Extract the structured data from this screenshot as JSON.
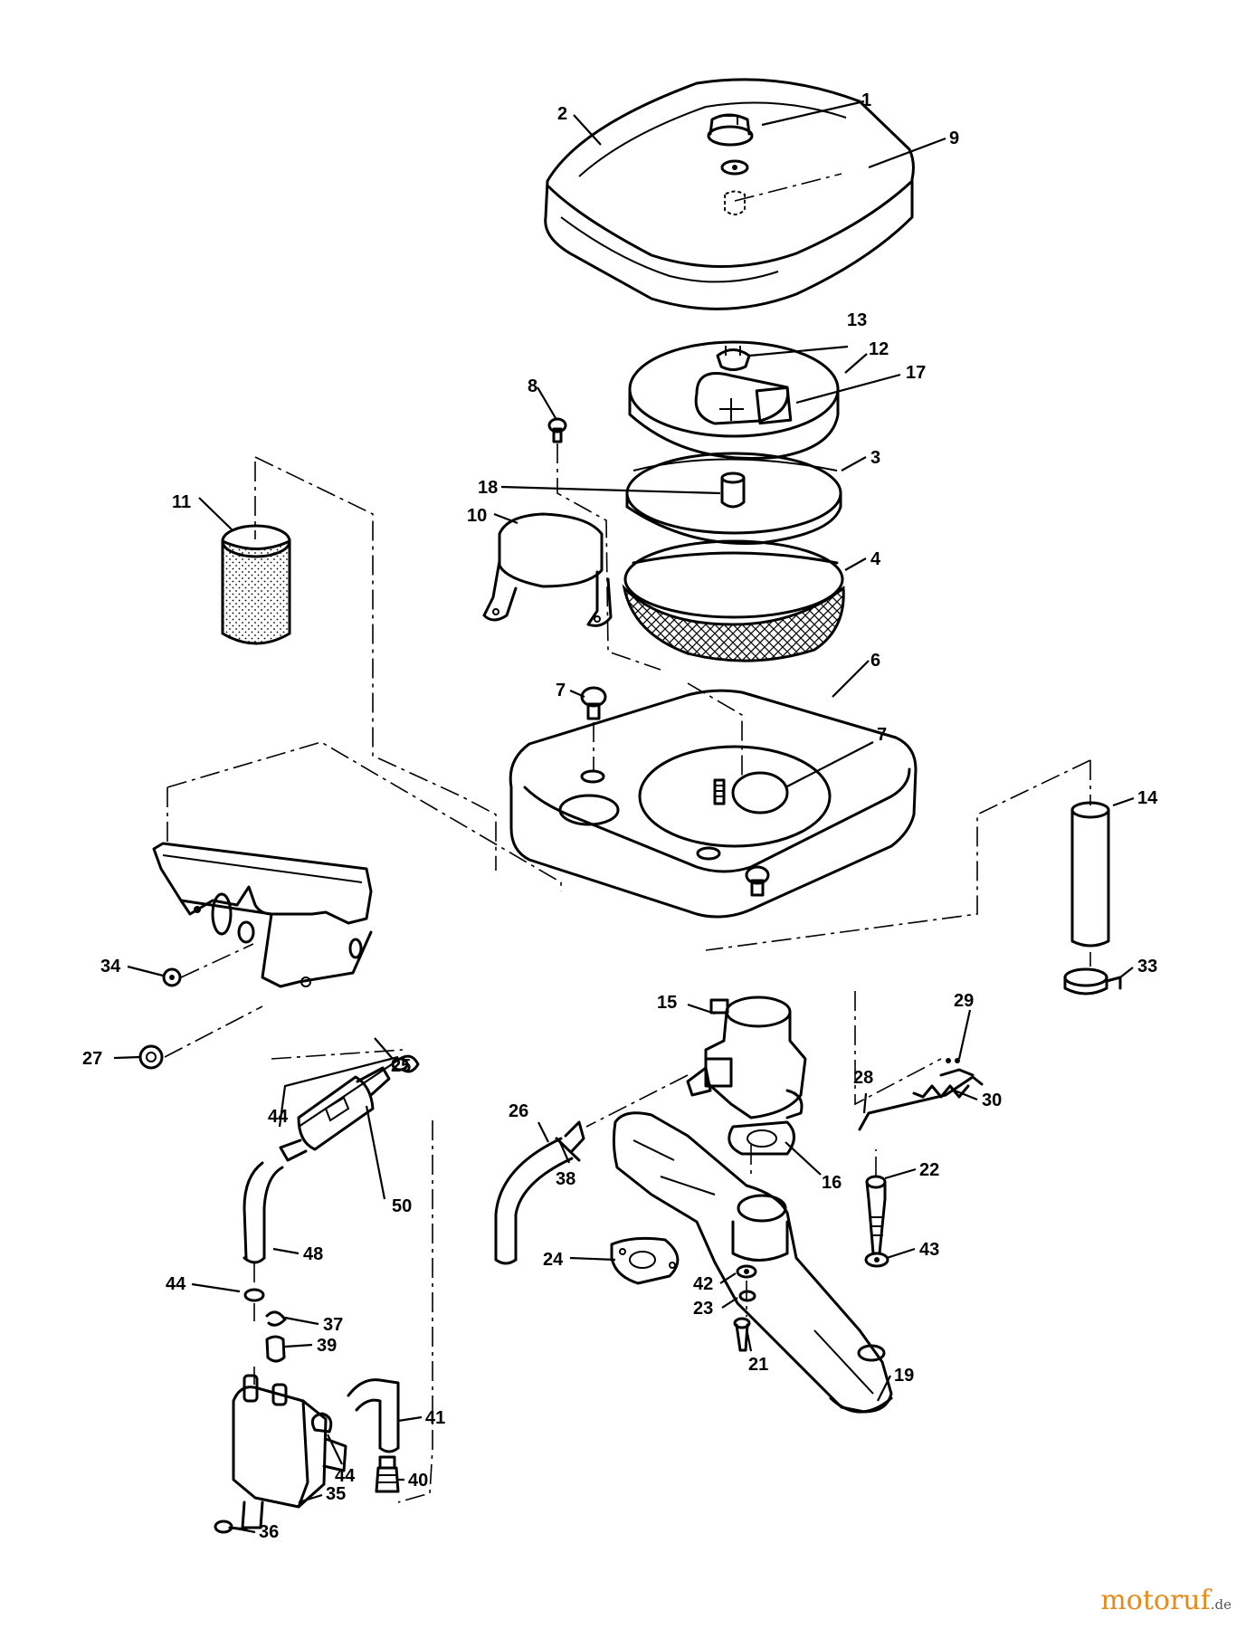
{
  "diagram": {
    "parts": [
      {
        "key": "p1",
        "label": "1"
      },
      {
        "key": "p2",
        "label": "2"
      },
      {
        "key": "p9",
        "label": "9"
      },
      {
        "key": "p13",
        "label": "13"
      },
      {
        "key": "p12",
        "label": "12"
      },
      {
        "key": "p17",
        "label": "17"
      },
      {
        "key": "p8",
        "label": "8"
      },
      {
        "key": "p3",
        "label": "3"
      },
      {
        "key": "p18",
        "label": "18"
      },
      {
        "key": "p11",
        "label": "11"
      },
      {
        "key": "p10",
        "label": "10"
      },
      {
        "key": "p4",
        "label": "4"
      },
      {
        "key": "p6",
        "label": "6"
      },
      {
        "key": "p7a",
        "label": "7"
      },
      {
        "key": "p7b",
        "label": "7"
      },
      {
        "key": "p14",
        "label": "14"
      },
      {
        "key": "p34",
        "label": "34"
      },
      {
        "key": "p33",
        "label": "33"
      },
      {
        "key": "p25",
        "label": "25"
      },
      {
        "key": "p27",
        "label": "27"
      },
      {
        "key": "p15",
        "label": "15"
      },
      {
        "key": "p29",
        "label": "29"
      },
      {
        "key": "p28",
        "label": "28"
      },
      {
        "key": "p30",
        "label": "30"
      },
      {
        "key": "p44a",
        "label": "44"
      },
      {
        "key": "p26",
        "label": "26"
      },
      {
        "key": "p22",
        "label": "22"
      },
      {
        "key": "p50",
        "label": "50"
      },
      {
        "key": "p38",
        "label": "38"
      },
      {
        "key": "p16",
        "label": "16"
      },
      {
        "key": "p48",
        "label": "48"
      },
      {
        "key": "p43",
        "label": "43"
      },
      {
        "key": "p24",
        "label": "24"
      },
      {
        "key": "p44b",
        "label": "44"
      },
      {
        "key": "p42",
        "label": "42"
      },
      {
        "key": "p23",
        "label": "23"
      },
      {
        "key": "p37",
        "label": "37"
      },
      {
        "key": "p39",
        "label": "39"
      },
      {
        "key": "p21",
        "label": "21"
      },
      {
        "key": "p19",
        "label": "19"
      },
      {
        "key": "p41",
        "label": "41"
      },
      {
        "key": "p44c",
        "label": "44"
      },
      {
        "key": "p40",
        "label": "40"
      },
      {
        "key": "p35",
        "label": "35"
      },
      {
        "key": "p36",
        "label": "36"
      }
    ]
  },
  "watermark": {
    "brand": "motoruf",
    "suffix": ".de"
  }
}
